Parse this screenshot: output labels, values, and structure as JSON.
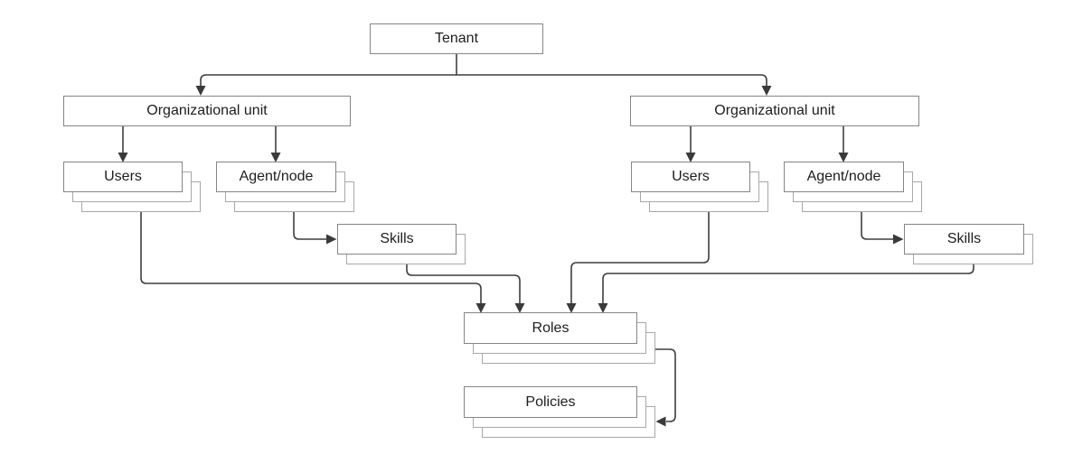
{
  "nodes": {
    "tenant": {
      "label": "Tenant"
    },
    "ou_left": {
      "label": "Organizational unit"
    },
    "ou_right": {
      "label": "Organizational unit"
    },
    "users_left": {
      "label": "Users"
    },
    "agent_left": {
      "label": "Agent/node"
    },
    "skills_left": {
      "label": "Skills"
    },
    "users_right": {
      "label": "Users"
    },
    "agent_right": {
      "label": "Agent/node"
    },
    "skills_right": {
      "label": "Skills"
    },
    "roles": {
      "label": "Roles"
    },
    "policies": {
      "label": "Policies"
    }
  },
  "connections": [
    {
      "from": "tenant",
      "to": "ou_left"
    },
    {
      "from": "tenant",
      "to": "ou_right"
    },
    {
      "from": "ou_left",
      "to": "users_left"
    },
    {
      "from": "ou_left",
      "to": "agent_left"
    },
    {
      "from": "ou_right",
      "to": "users_right"
    },
    {
      "from": "ou_right",
      "to": "agent_right"
    },
    {
      "from": "agent_left",
      "to": "skills_left"
    },
    {
      "from": "agent_right",
      "to": "skills_right"
    },
    {
      "from": "users_left",
      "to": "roles"
    },
    {
      "from": "skills_left",
      "to": "roles"
    },
    {
      "from": "users_right",
      "to": "roles"
    },
    {
      "from": "skills_right",
      "to": "roles"
    },
    {
      "from": "roles",
      "to": "policies"
    }
  ],
  "colors": {
    "background": "#ffffff",
    "box_fill": "#ffffff",
    "box_border": "#858585",
    "stack_border": "#a8a8a8",
    "line": "#3f3f3f",
    "arrow": "#3a3a3a",
    "text": "#1d1d1d"
  }
}
